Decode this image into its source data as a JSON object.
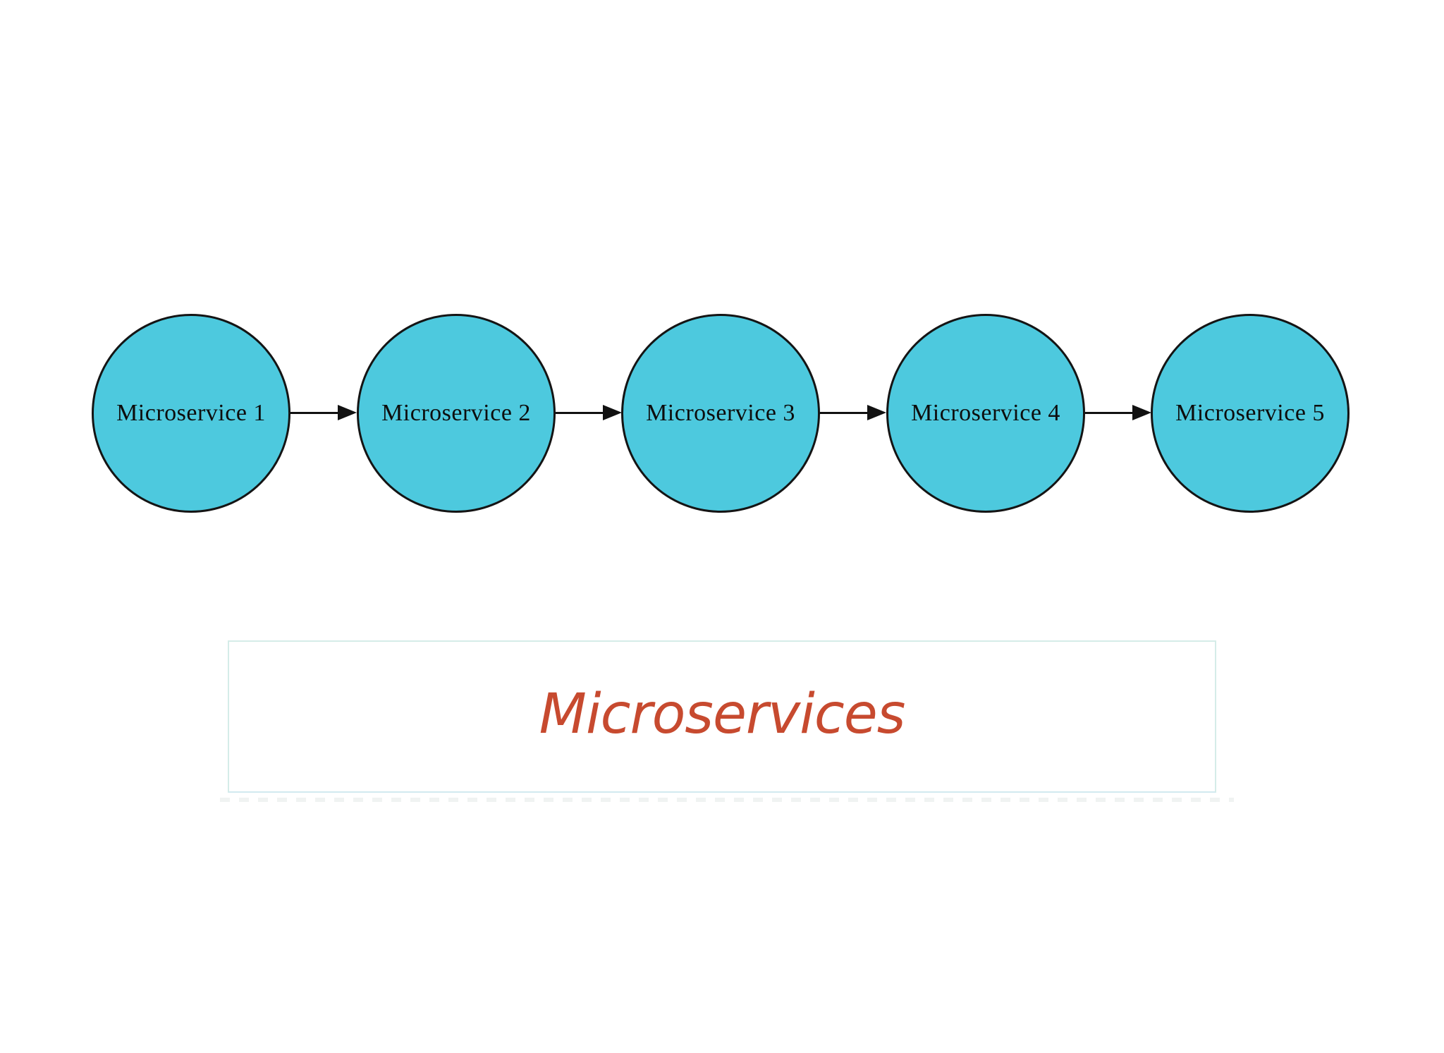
{
  "diagram": {
    "nodes": [
      {
        "label": "Microservice 1"
      },
      {
        "label": "Microservice 2"
      },
      {
        "label": "Microservice 3"
      },
      {
        "label": "Microservice 4"
      },
      {
        "label": "Microservice 5"
      }
    ],
    "edges": [
      {
        "from": 0,
        "to": 1
      },
      {
        "from": 1,
        "to": 2
      },
      {
        "from": 2,
        "to": 3
      },
      {
        "from": 3,
        "to": 4
      }
    ],
    "node_fill_color": "#4dc9de",
    "node_border_color": "#141414",
    "arrow_color": "#111111"
  },
  "caption": {
    "text": "Microservices",
    "text_color": "#c74a2f",
    "box_border_color": "#d5ece8"
  }
}
